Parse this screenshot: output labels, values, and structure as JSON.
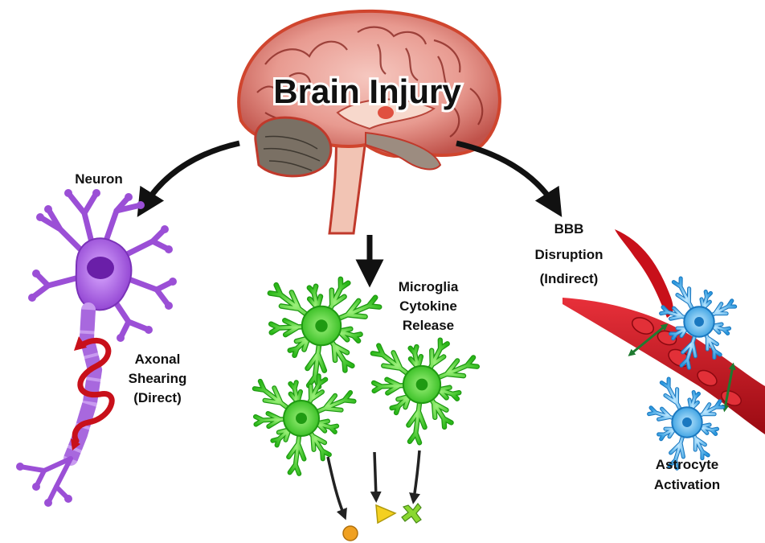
{
  "title": "Brain Injury",
  "labels": {
    "neuron": "Neuron",
    "axonal": [
      "Axonal",
      "Shearing",
      "(Direct)"
    ],
    "microglia": [
      "Microglia",
      "Cytokine",
      "Release"
    ],
    "bbb": [
      "BBB",
      "Disruption",
      "(Indirect)"
    ],
    "astrocyte": [
      "Astrocyte",
      "Activation"
    ]
  },
  "colors": {
    "brain_pink": "#e8a0a0",
    "brain_outline": "#c0392b",
    "neuron": "#9b4fd6",
    "microglia": "#3ecf2a",
    "vessel": "#c8101a",
    "astrocyte": "#2aa8e8",
    "cytokine_orange": "#f0a020",
    "cytokine_yellow": "#f4d020",
    "cytokine_green": "#8ad830"
  }
}
